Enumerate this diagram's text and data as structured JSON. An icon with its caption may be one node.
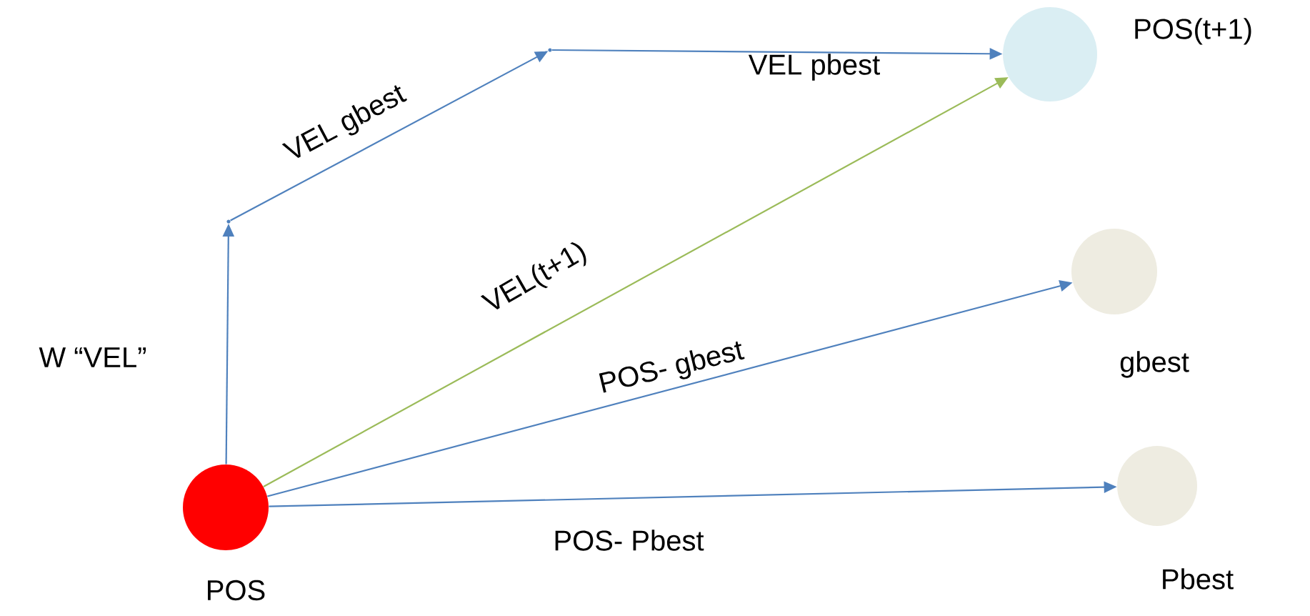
{
  "diagram": {
    "nodes": [
      {
        "text": [
          "POS"
        ]
      },
      {
        "text": [
          "POS(t+1)"
        ]
      },
      {
        "text": [
          "gbest"
        ]
      },
      {
        "text": [
          "Pbest"
        ]
      },
      {
        "text": [],
        "shape": "point"
      },
      {
        "text": [],
        "shape": "point"
      }
    ],
    "edges": [
      {
        "from": 0,
        "to": 4,
        "arrow": "to",
        "label": "W “VEL”"
      },
      {
        "from": 4,
        "to": 5,
        "arrow": "to",
        "label": "VEL gbest"
      },
      {
        "from": 5,
        "to": 1,
        "arrow": "to",
        "label": "VEL pbest"
      },
      {
        "from": 0,
        "to": 1,
        "arrow": "to",
        "label": "VEL(t+1)",
        "color": "#9bbb59"
      },
      {
        "from": 0,
        "to": 2,
        "arrow": "to",
        "label": "POS- gbest"
      },
      {
        "from": 0,
        "to": 3,
        "arrow": "to",
        "label": "POS- Pbest"
      }
    ]
  }
}
